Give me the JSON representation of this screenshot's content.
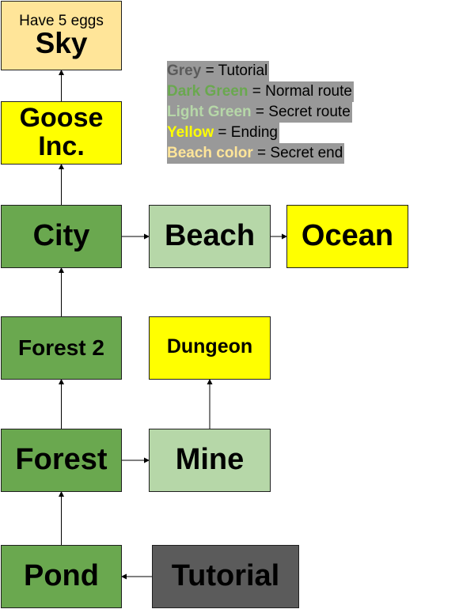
{
  "colors": {
    "grey": "#5b5b5b",
    "dark_green": "#6aa84f",
    "light_green": "#b6d7a8",
    "yellow": "#ffff00",
    "beach": "#ffe599",
    "legend_bg": "#999999"
  },
  "nodes": {
    "sky": {
      "note": "Have 5 eggs",
      "label": "Sky",
      "category": "secret_end"
    },
    "goose": {
      "label": "Goose Inc.",
      "category": "ending"
    },
    "city": {
      "label": "City",
      "category": "normal"
    },
    "beach": {
      "label": "Beach",
      "category": "secret"
    },
    "ocean": {
      "label": "Ocean",
      "category": "ending"
    },
    "forest2": {
      "label": "Forest 2",
      "category": "normal"
    },
    "dungeon": {
      "label": "Dungeon",
      "category": "ending"
    },
    "forest": {
      "label": "Forest",
      "category": "normal"
    },
    "mine": {
      "label": "Mine",
      "category": "secret"
    },
    "pond": {
      "label": "Pond",
      "category": "normal"
    },
    "tutorial": {
      "label": "Tutorial",
      "category": "tutorial"
    }
  },
  "edges": [
    {
      "from": "tutorial",
      "to": "pond"
    },
    {
      "from": "pond",
      "to": "forest"
    },
    {
      "from": "forest",
      "to": "mine"
    },
    {
      "from": "forest",
      "to": "forest2"
    },
    {
      "from": "mine",
      "to": "dungeon"
    },
    {
      "from": "forest2",
      "to": "city"
    },
    {
      "from": "city",
      "to": "beach"
    },
    {
      "from": "beach",
      "to": "ocean"
    },
    {
      "from": "city",
      "to": "goose"
    },
    {
      "from": "goose",
      "to": "sky"
    }
  ],
  "legend": [
    {
      "key": "Grey",
      "desc": " = Tutorial",
      "color": "#5b5b5b"
    },
    {
      "key": "Dark Green",
      "desc": " = Normal route",
      "color": "#6aa84f"
    },
    {
      "key": "Light Green",
      "desc": " = Secret route",
      "color": "#b6d7a8"
    },
    {
      "key": "Yellow",
      "desc": " = Ending",
      "color": "#ffff00"
    },
    {
      "key": "Beach color",
      "desc": " = Secret end",
      "color": "#ffe599"
    }
  ]
}
